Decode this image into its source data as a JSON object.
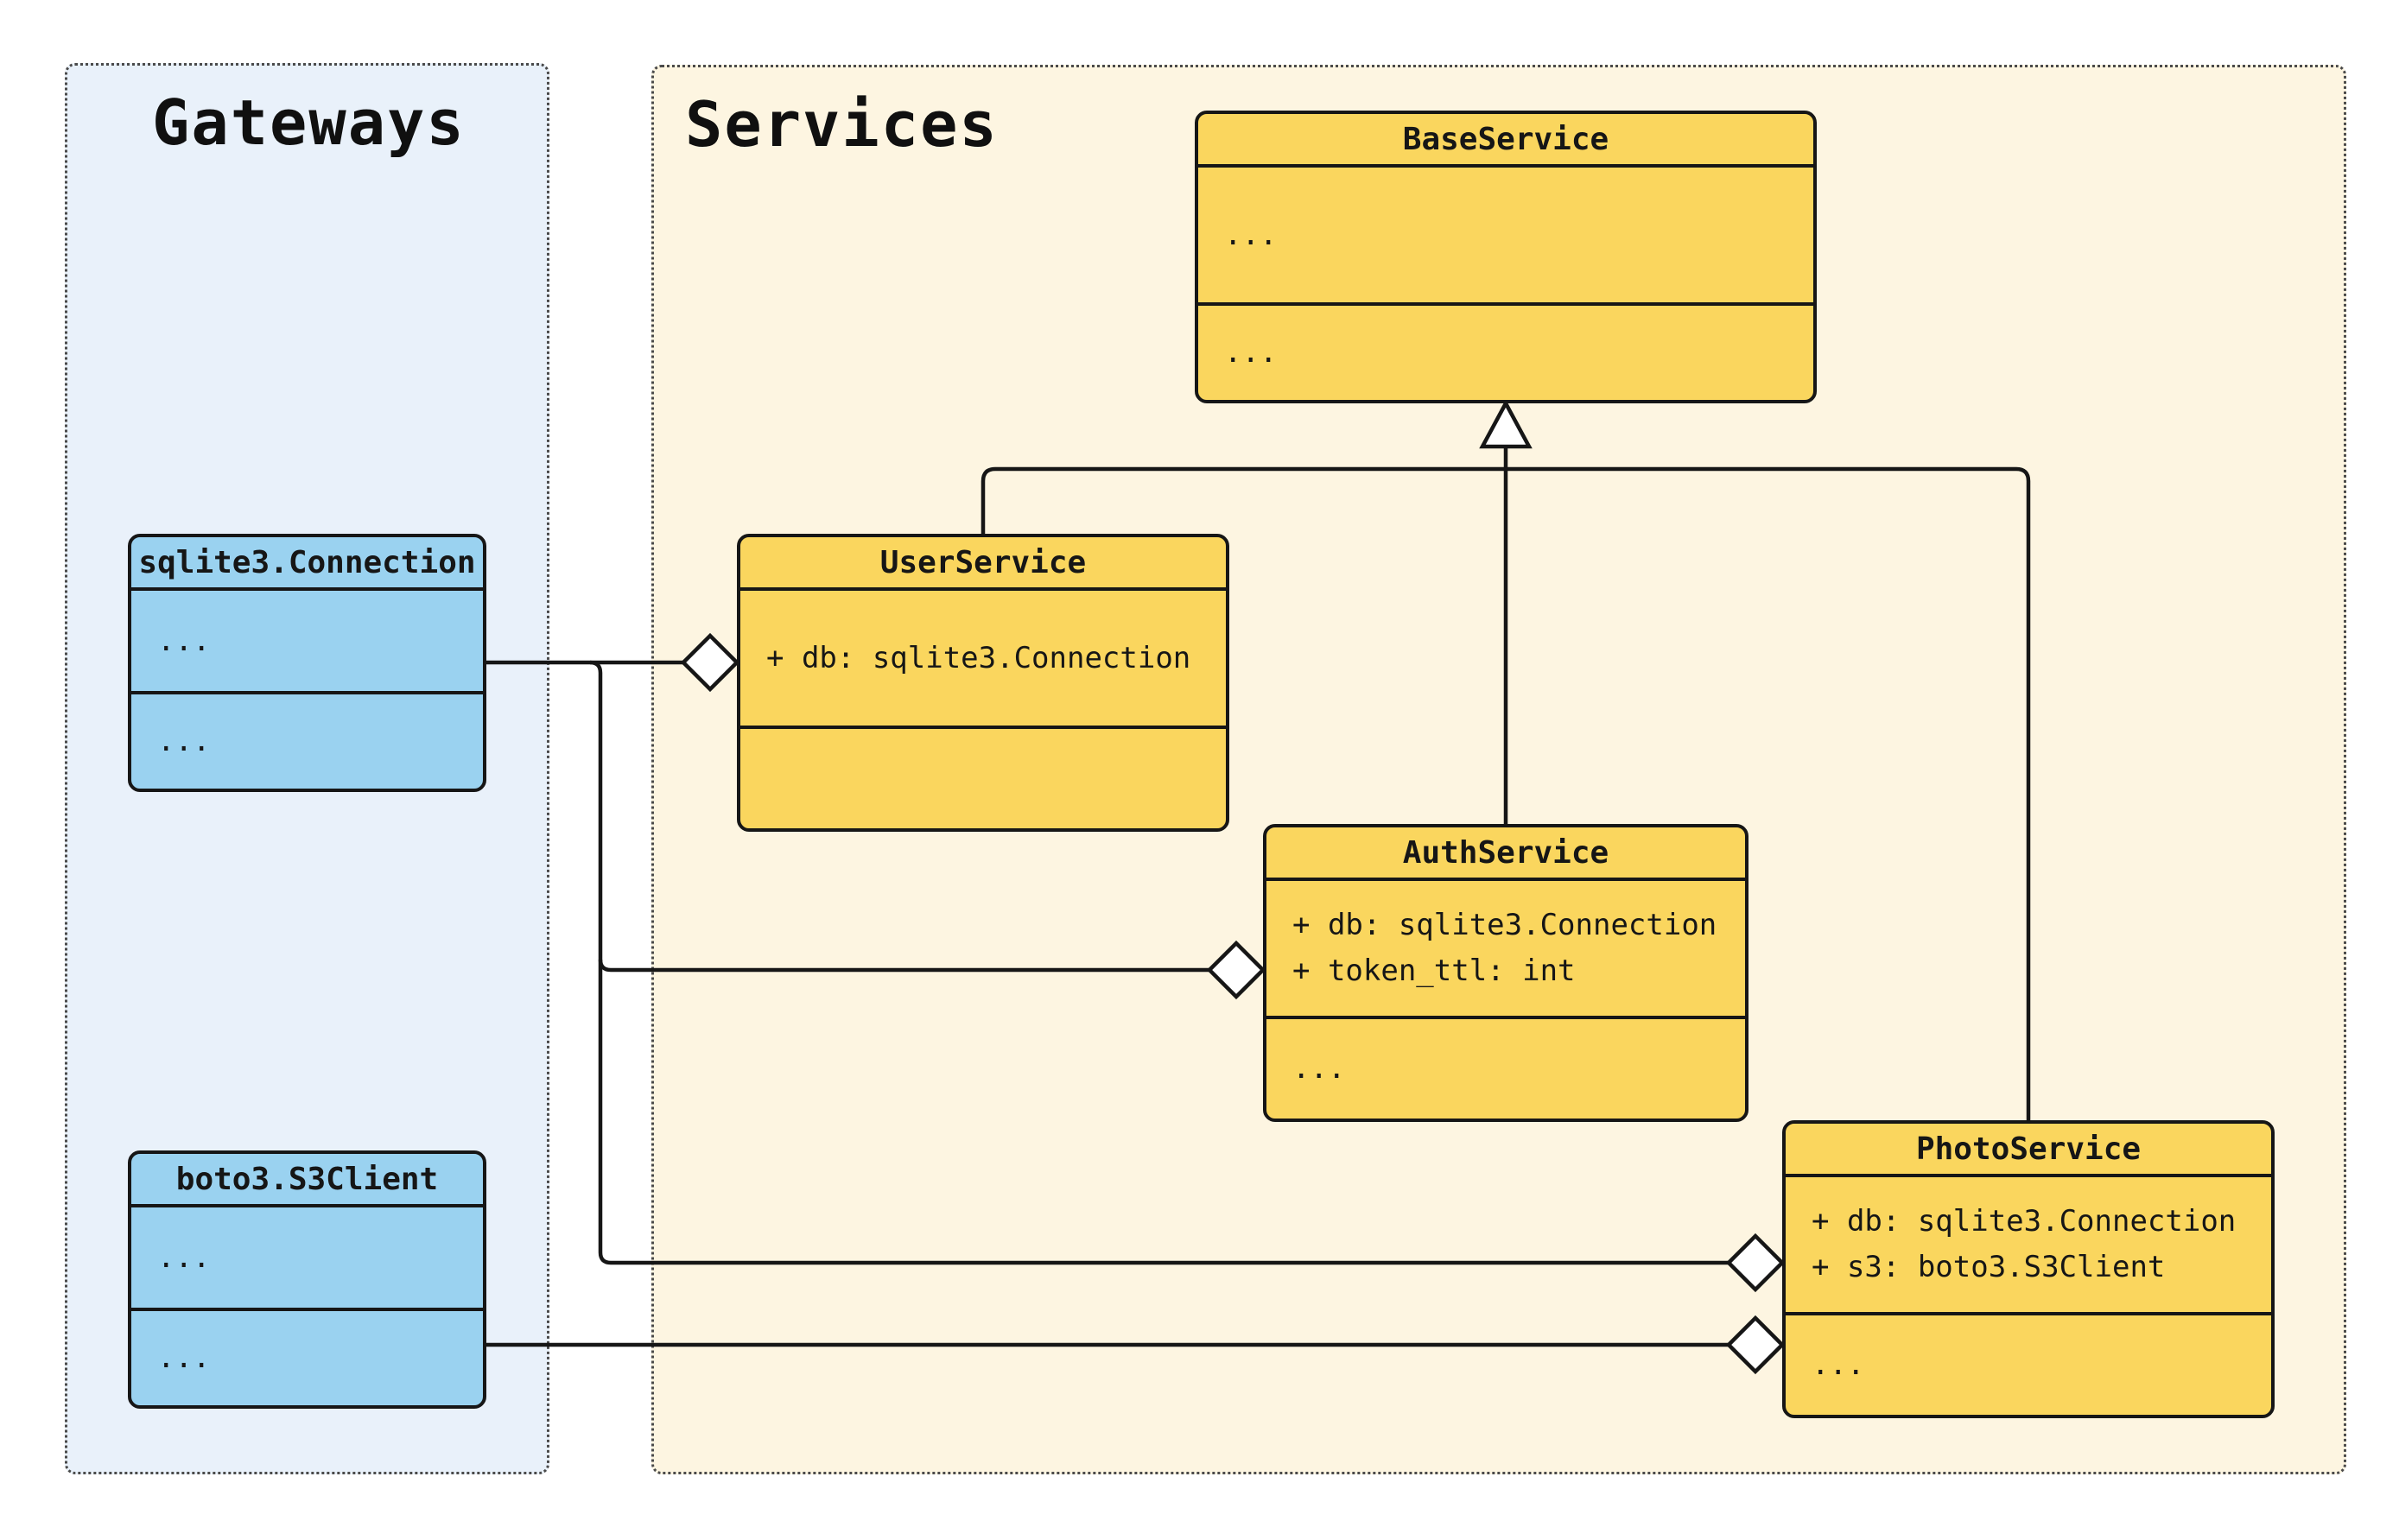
{
  "diagram": {
    "type": "uml-class-diagram",
    "groups": {
      "gateways": {
        "title": "Gateways"
      },
      "services": {
        "title": "Services"
      }
    },
    "classes": {
      "base_service": {
        "name": "BaseService",
        "attributes": [
          "..."
        ],
        "methods": [
          "..."
        ]
      },
      "user_service": {
        "name": "UserService",
        "attributes": [
          "+ db: sqlite3.Connection"
        ],
        "methods": []
      },
      "auth_service": {
        "name": "AuthService",
        "attributes": [
          "+ db: sqlite3.Connection",
          "+ token_ttl: int"
        ],
        "methods": [
          "..."
        ]
      },
      "photo_service": {
        "name": "PhotoService",
        "attributes": [
          "+ db: sqlite3.Connection",
          "+ s3: boto3.S3Client"
        ],
        "methods": [
          "..."
        ]
      },
      "sqlite3_connection": {
        "name": "sqlite3.Connection",
        "attributes": [
          "..."
        ],
        "methods": [
          "..."
        ]
      },
      "boto3_s3client": {
        "name": "boto3.S3Client",
        "attributes": [
          "..."
        ],
        "methods": [
          "..."
        ]
      }
    },
    "relationships": [
      {
        "type": "inheritance",
        "from": "UserService",
        "to": "BaseService"
      },
      {
        "type": "inheritance",
        "from": "AuthService",
        "to": "BaseService"
      },
      {
        "type": "inheritance",
        "from": "PhotoService",
        "to": "BaseService"
      },
      {
        "type": "aggregation",
        "from": "sqlite3.Connection",
        "to": "UserService"
      },
      {
        "type": "aggregation",
        "from": "sqlite3.Connection",
        "to": "AuthService"
      },
      {
        "type": "aggregation",
        "from": "sqlite3.Connection",
        "to": "PhotoService"
      },
      {
        "type": "aggregation",
        "from": "boto3.S3Client",
        "to": "PhotoService"
      }
    ],
    "colors": {
      "service_class_fill": "#fad65e",
      "gateway_class_fill": "#9ad2f0",
      "services_group_bg": "#fdf5e1",
      "gateways_group_bg": "#e9f1fa",
      "stroke": "#161616",
      "page_bg": "#ffffff"
    }
  }
}
